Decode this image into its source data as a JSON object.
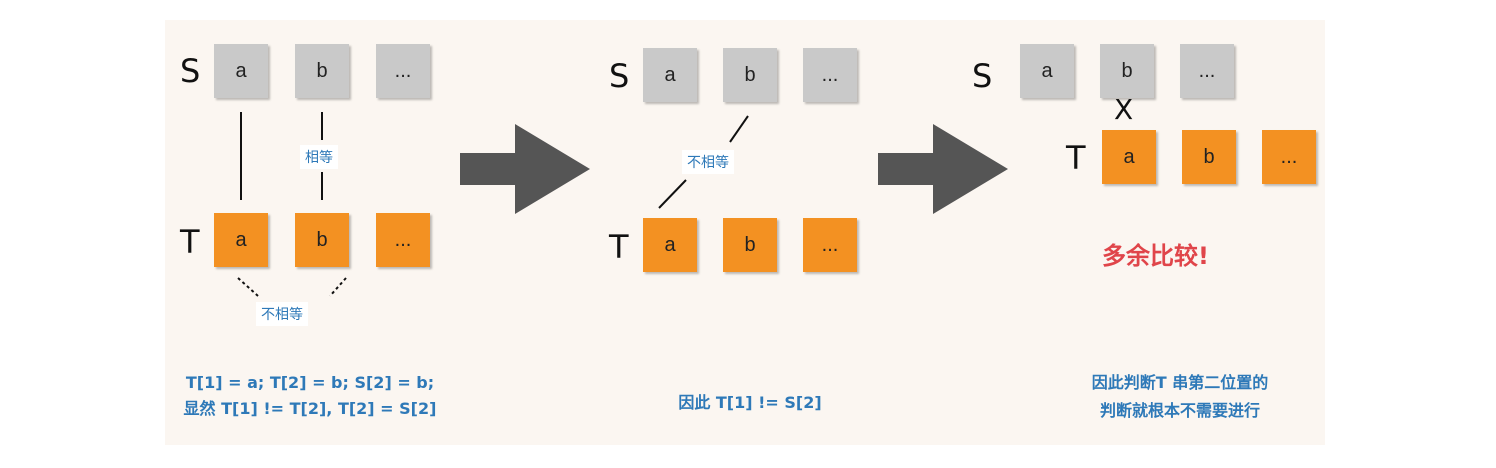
{
  "labels": {
    "s": "S",
    "t": "T"
  },
  "panel1": {
    "s_boxes": [
      "a",
      "b",
      "..."
    ],
    "t_boxes": [
      "a",
      "b",
      "..."
    ],
    "equal_tag": "相等",
    "not_equal_tag": "不相等",
    "caption_line1": "T[1] = a; T[2] = b; S[2] = b;",
    "caption_line2": "显然 T[1] != T[2], T[2] = S[2]"
  },
  "panel2": {
    "s_boxes": [
      "a",
      "b",
      "..."
    ],
    "t_boxes": [
      "a",
      "b",
      "..."
    ],
    "not_equal_tag": "不相等",
    "caption": "因此 T[1] != S[2]"
  },
  "panel3": {
    "s_boxes": [
      "a",
      "b",
      "..."
    ],
    "t_boxes": [
      "a",
      "b",
      "..."
    ],
    "cross_mark": "X",
    "redundant_text": "多余比较!",
    "caption_line1": "因此判断T 串第二位置的",
    "caption_line2": "判断就根本不需要进行"
  },
  "colors": {
    "s_box": "#c9c9c9",
    "t_box": "#f39122",
    "blue_text": "#2e79b8",
    "red_text": "#e0454a",
    "arrow": "#555555"
  }
}
